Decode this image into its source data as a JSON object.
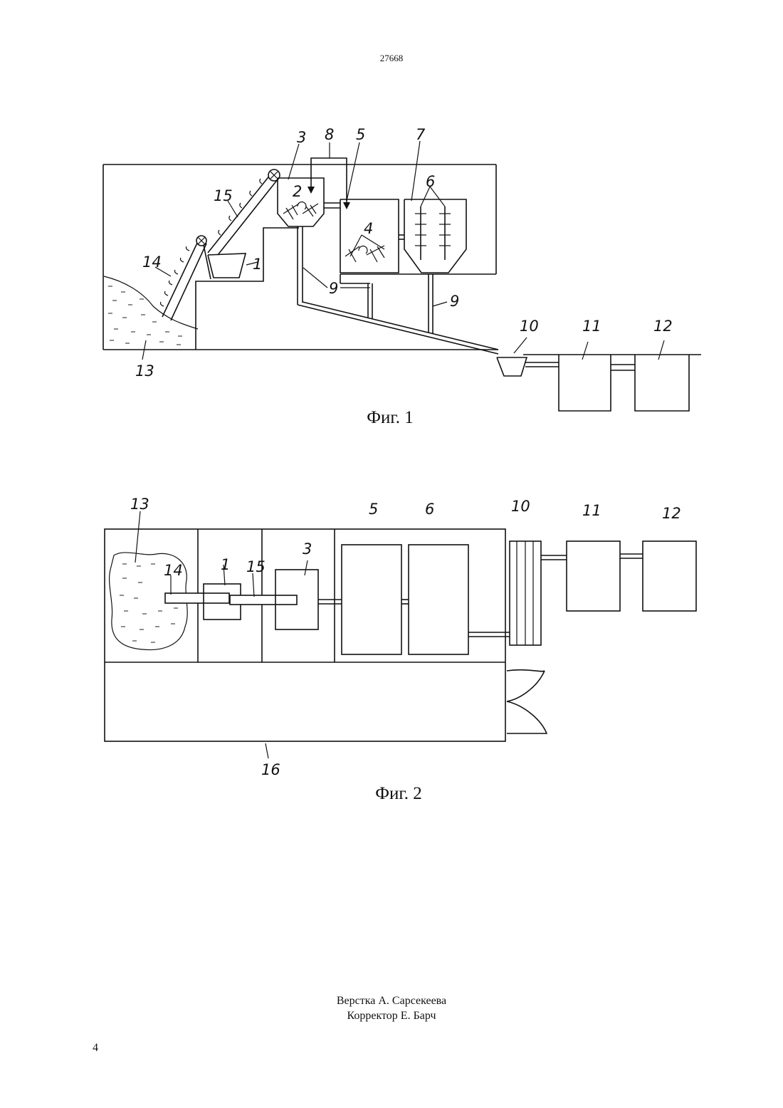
{
  "header": {
    "patent_number": "27668"
  },
  "figure1": {
    "caption": "Фиг. 1",
    "labels": {
      "l1": "1",
      "l2": "2",
      "l3": "3",
      "l4": "4",
      "l5": "5",
      "l6": "6",
      "l7": "7",
      "l8": "8",
      "l9a": "9",
      "l9b": "9",
      "l10": "10",
      "l11": "11",
      "l12": "12",
      "l13": "13",
      "l14": "14",
      "l15": "15"
    }
  },
  "figure2": {
    "caption": "Фиг. 2",
    "labels": {
      "l1": "1",
      "l3": "3",
      "l5": "5",
      "l6": "6",
      "l10": "10",
      "l11": "11",
      "l12": "12",
      "l13": "13",
      "l14": "14",
      "l15": "15",
      "l16": "16"
    }
  },
  "footer": {
    "layout_credit": "Верстка А. Сарсекеева",
    "corrector_credit": "Корректор Е. Барч",
    "page_number": "4"
  }
}
